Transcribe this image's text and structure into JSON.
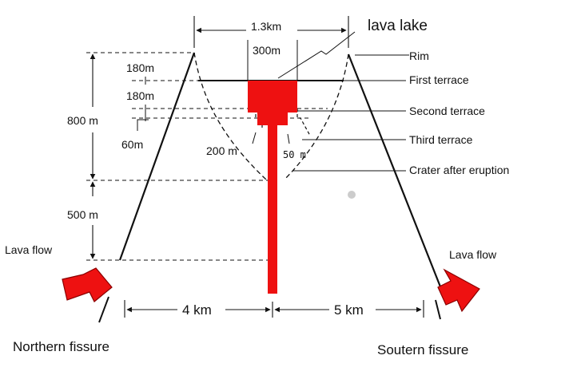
{
  "labels": {
    "lava_lake": "lava lake",
    "width_top": "1.3km",
    "lake_width": "300m",
    "rim": "Rim",
    "first_terrace": "First terrace",
    "second_terrace": "Second terrace",
    "third_terrace": "Third terrace",
    "crater_after": "Crater after eruption",
    "depth_180_a": "180m",
    "depth_180_b": "180m",
    "depth_60": "60m",
    "height_800": "800 m",
    "height_500": "500 m",
    "width_200": "200 m",
    "width_50": "50 m",
    "lava_flow_left": "Lava flow",
    "lava_flow_right": "Lava flow",
    "dist_4": "4 km",
    "dist_5": "5 km",
    "northern_fissure": "Northern fissure",
    "southern_fissure": "Soutern fissure"
  },
  "colors": {
    "lava": "#ee1111",
    "line": "#111111"
  }
}
